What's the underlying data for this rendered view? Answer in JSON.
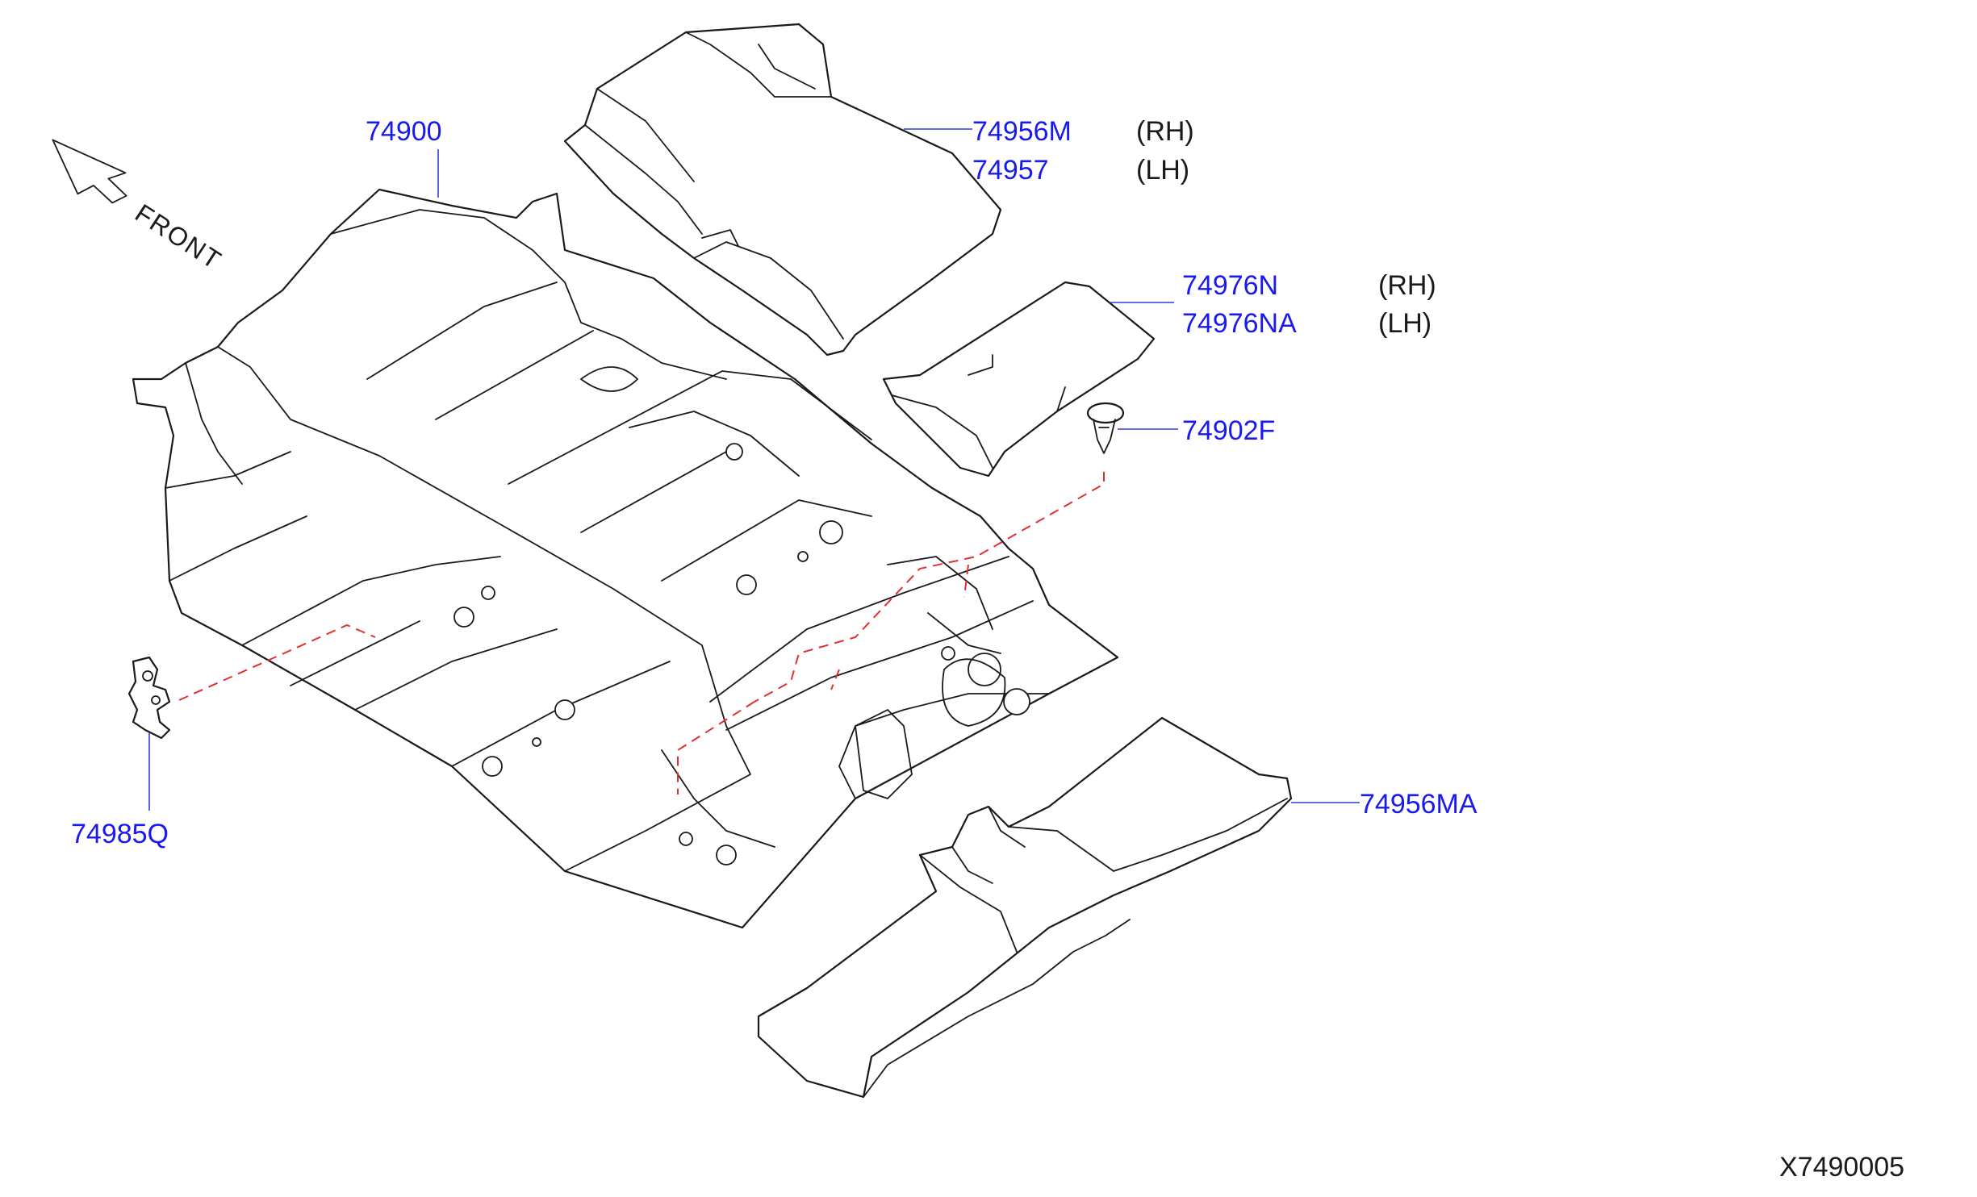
{
  "front_label": "FRONT",
  "diagram_code": "X7490005",
  "callouts": {
    "main_carpet": "74900",
    "front_mat_rh": "74956M",
    "front_mat_rh_side": "(RH)",
    "front_mat_lh": "74957",
    "front_mat_lh_side": "(LH)",
    "pad_rh": "74976N",
    "pad_rh_side": "(RH)",
    "pad_lh": "74976NA",
    "pad_lh_side": "(LH)",
    "clip_clip": "74902F",
    "hook": "74985Q",
    "rear_mat": "74956MA"
  },
  "colors": {
    "callout_text": "#1a1aee",
    "leader_line": "#2b3fd6",
    "dashed_guide": "#e03030",
    "outline": "#1a1a1a"
  }
}
